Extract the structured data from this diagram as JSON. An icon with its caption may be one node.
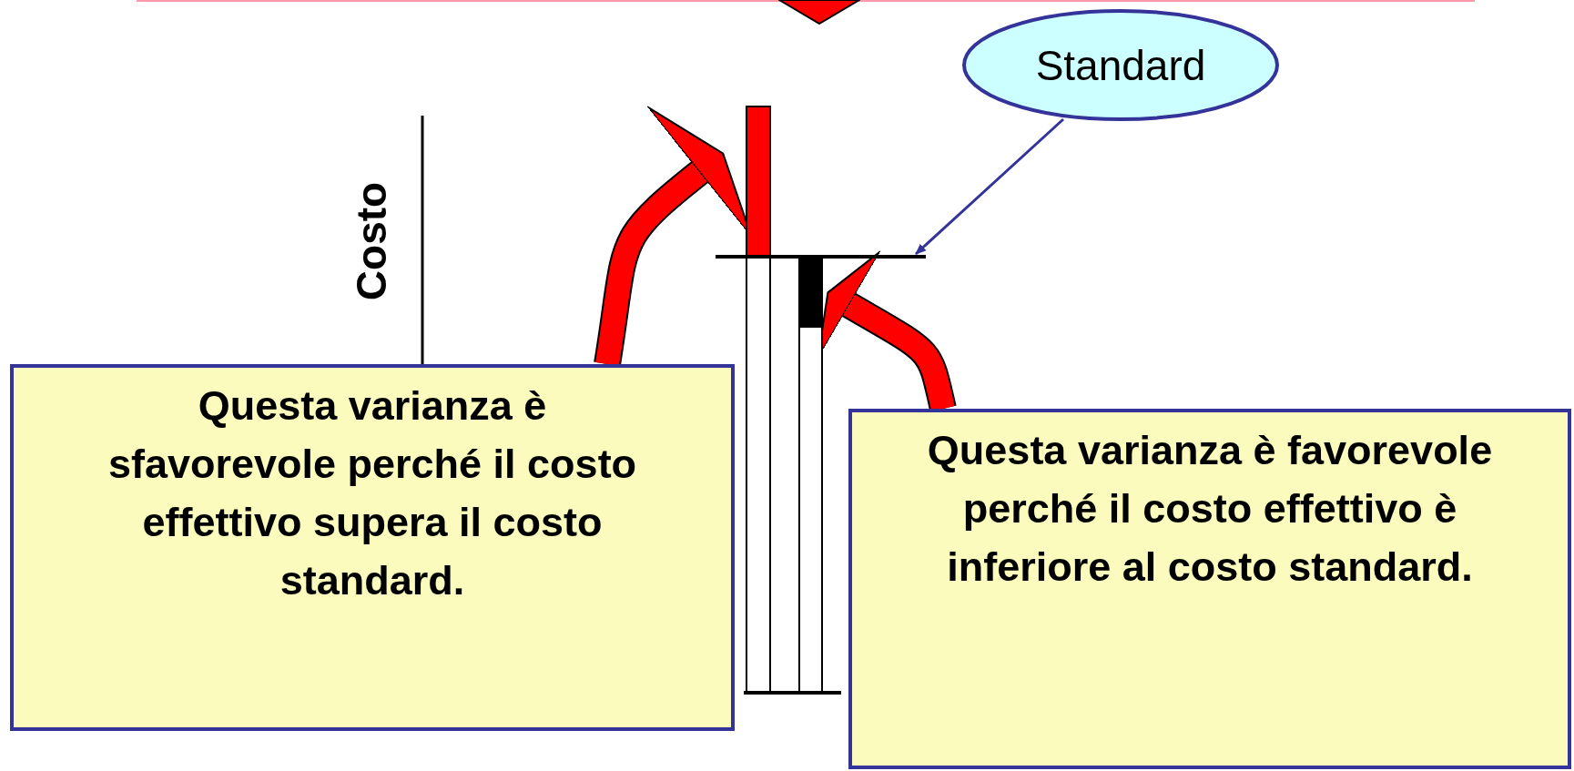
{
  "diagram": {
    "nodes": [
      {
        "text": [
          "Standard"
        ]
      },
      {
        "text": [
          "Questa varianza è sfavorevole perché il costo effettivo supera il costo standard."
        ]
      },
      {
        "text": [
          "Questa varianza è favorevole perché il costo effettivo è inferiore al costo standard."
        ]
      },
      {
        "text": [],
        "shape": "bar"
      },
      {
        "text": [],
        "shape": "bar"
      },
      {
        "text": [],
        "shape": "line"
      },
      {
        "text": [],
        "shape": "triangle"
      },
      {
        "text": [],
        "shape": "bar"
      },
      {
        "text": [],
        "shape": "bar"
      }
    ],
    "edges": [
      {
        "from": 0,
        "to": 5,
        "arrow": "to",
        "color": "#333399"
      },
      {
        "from": 1,
        "to": 3,
        "arrow": "to"
      },
      {
        "from": 2,
        "to": 4,
        "arrow": "to"
      }
    ],
    "labels": [
      "Costo"
    ]
  }
}
